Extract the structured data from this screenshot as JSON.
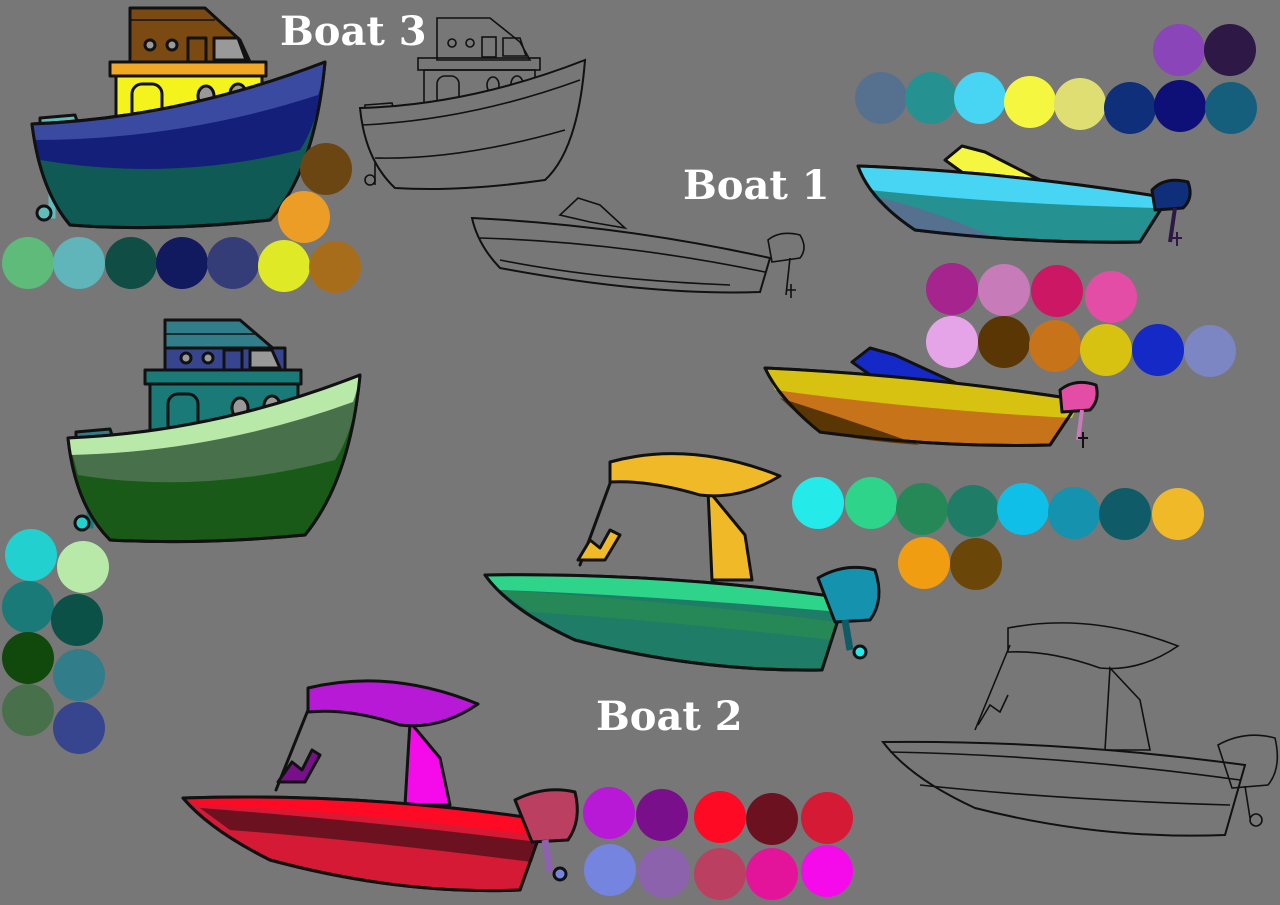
{
  "labels": {
    "boat3": "Boat 3",
    "boat1": "Boat 1",
    "boat2": "Boat 2"
  },
  "palettes": {
    "boat3_top": [
      "#8a45b8",
      "#2e1845"
    ],
    "boat3_row": [
      "#56718f",
      "#259191",
      "#48d4f3",
      "#f4f640",
      "#dede72",
      "#0f2f7a",
      "#0f0f78",
      "#155f7d"
    ],
    "boat3_side": [
      "#6b4612",
      "#eb9d26"
    ],
    "boat3_bottom": [
      "#5fbb7a",
      "#5fb5b9",
      "#0f4d45",
      "#11195f",
      "#343d78",
      "#e0e926",
      "#a86d1a"
    ],
    "boat1_pink_row1": [
      "#a6248e",
      "#c77bb9",
      "#cb1764",
      "#e34da5"
    ],
    "boat1_pink_row2": [
      "#e6a4e8",
      "#5b3605",
      "#c77319",
      "#d7c211",
      "#1429c6",
      "#7b86c2"
    ],
    "boat2_green_row": [
      "#24eaea",
      "#2ed48a",
      "#268857",
      "#1f7c66",
      "#10bfe8",
      "#1592ad",
      "#0f5c68",
      "#f0b927"
    ],
    "boat2_green_row2": [
      "#f19d12",
      "#6b4609"
    ],
    "left_column": [
      "#21d0cf",
      "#b8e9a8",
      "#1a7a77",
      "#0c5148",
      "#11480b",
      "#317d89",
      "#48704a",
      "#37458f"
    ],
    "boat2_red_row1": [
      "#b719d7",
      "#7a0f8b",
      "#ff0a25",
      "#6c1120",
      "#d41a35"
    ],
    "boat2_red_row2": [
      "#7484df",
      "#8c62ad",
      "#bb3f61",
      "#e4149a",
      "#f50ae9"
    ]
  },
  "colors": {
    "background": "#777777",
    "label_text": "#ffffff"
  }
}
